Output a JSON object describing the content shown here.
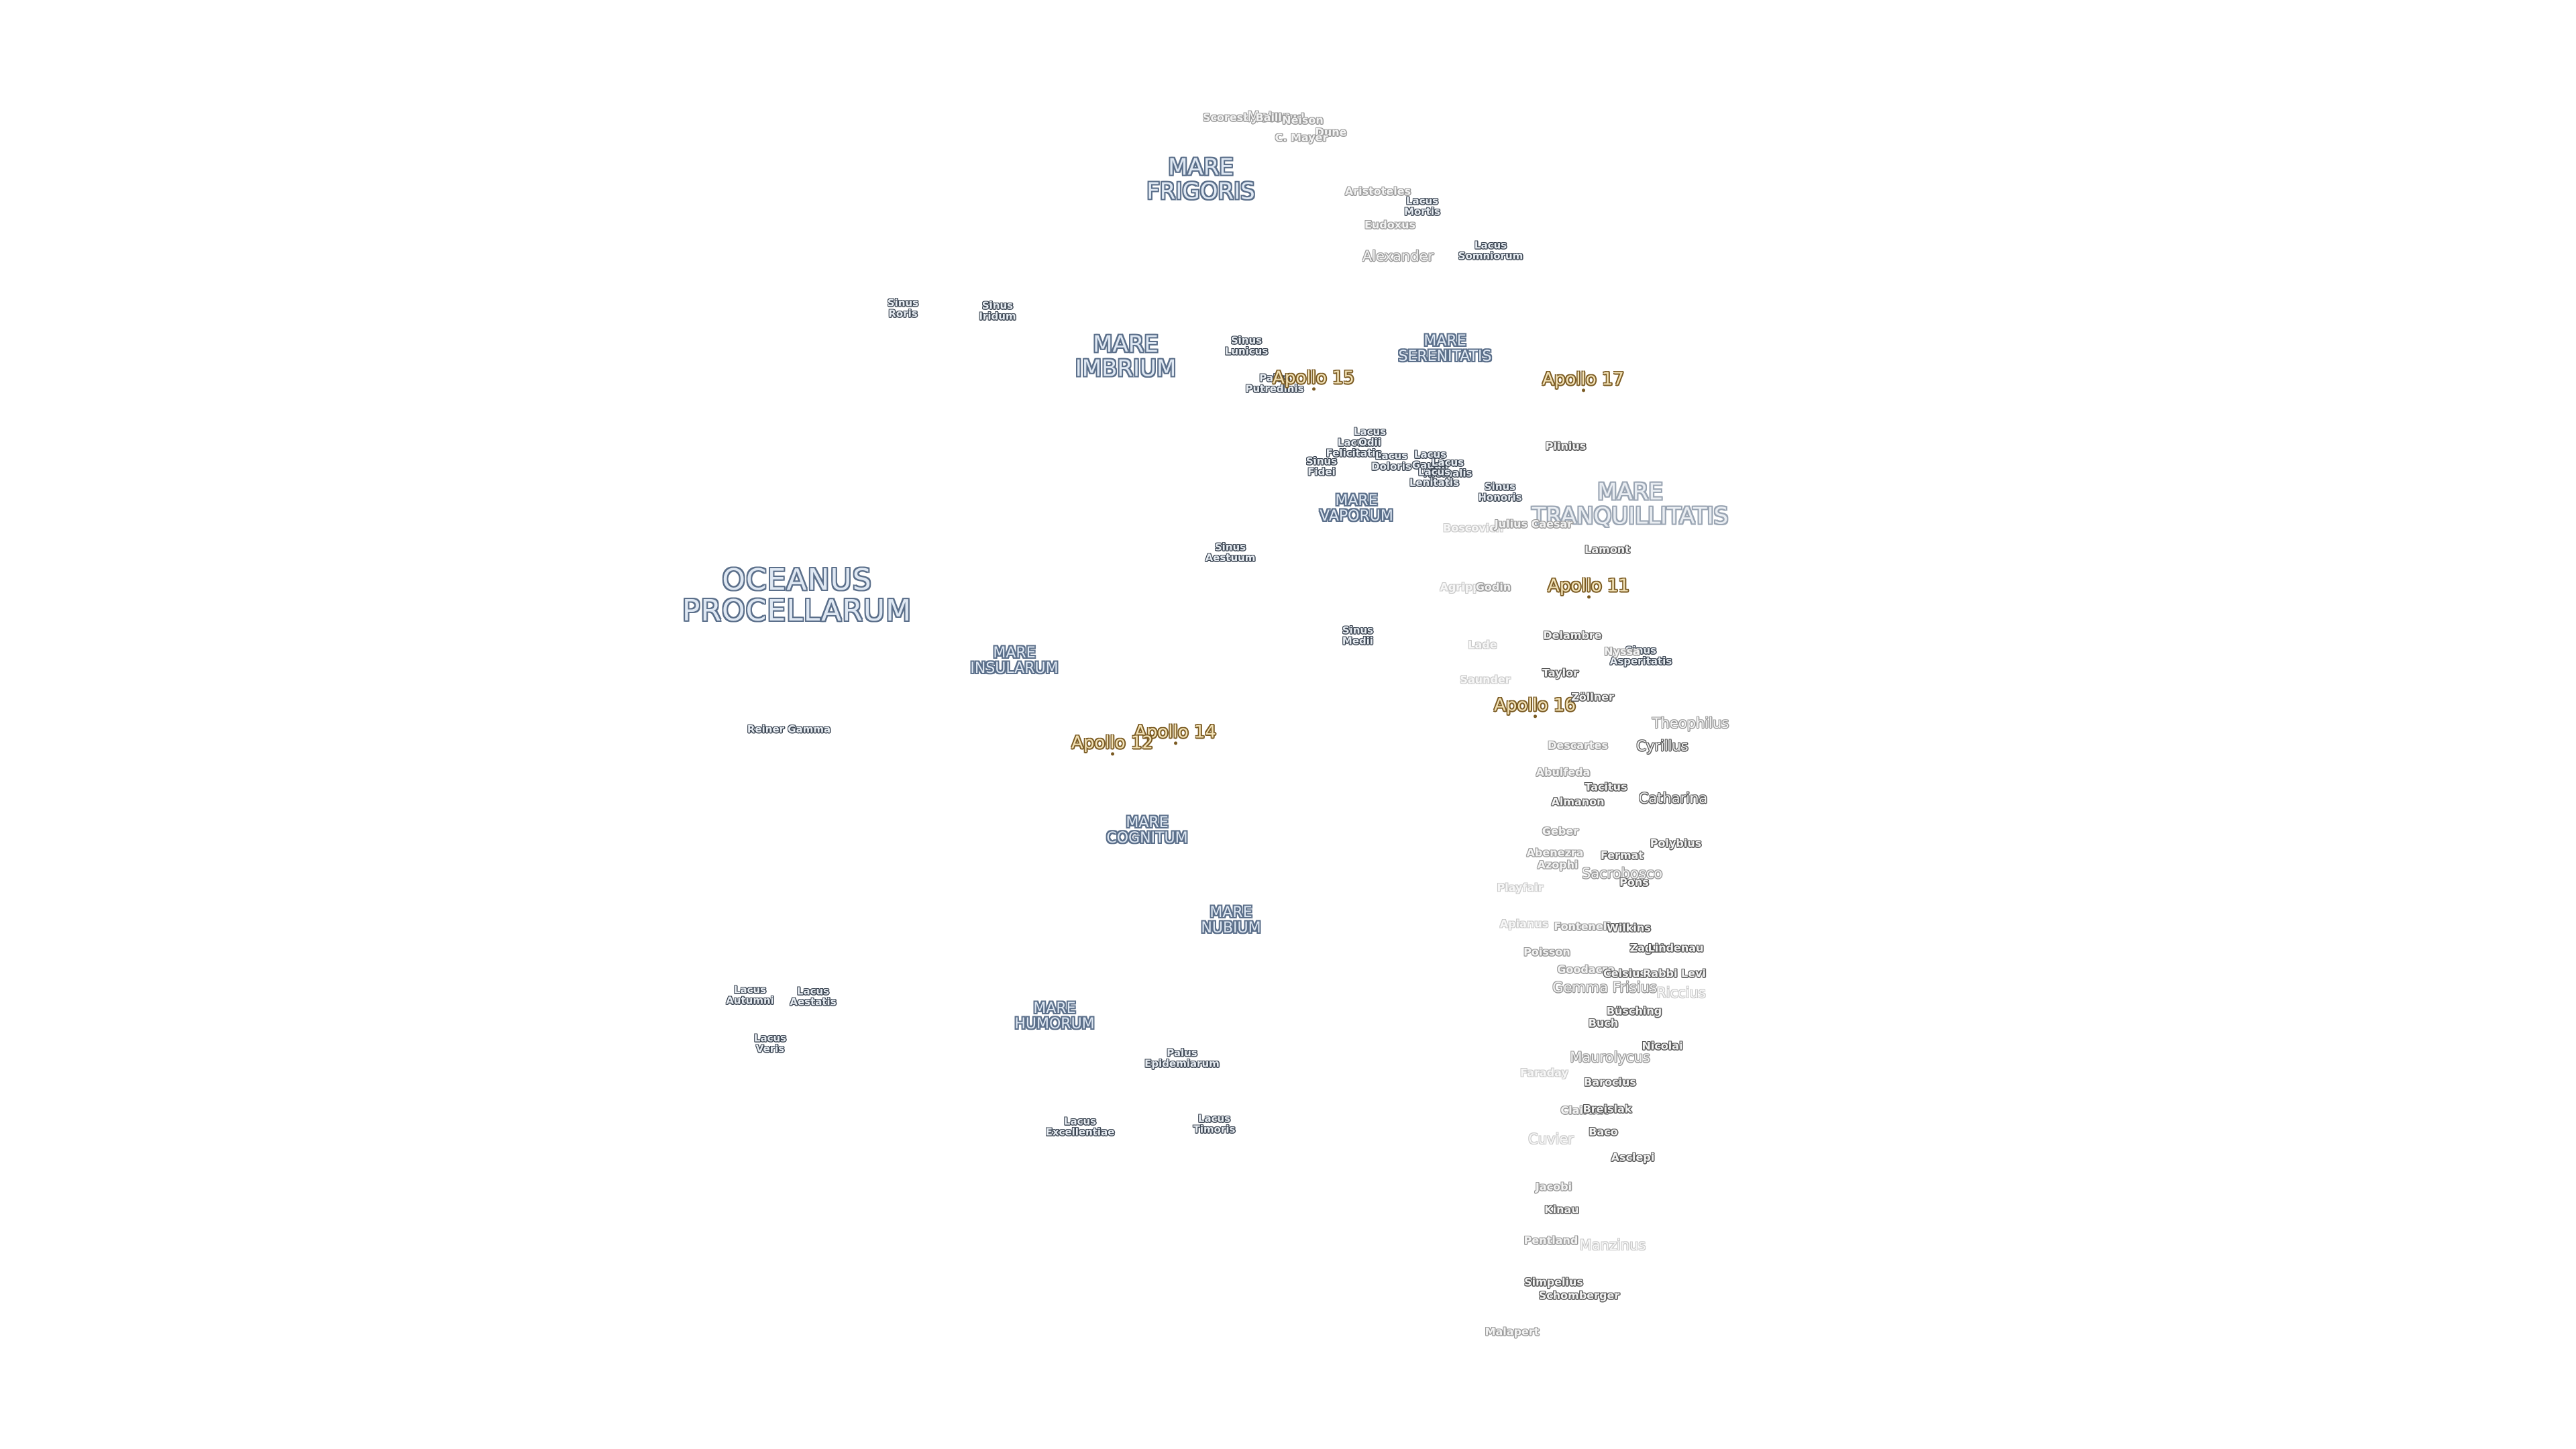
{
  "map": {
    "title": "",
    "label_colors": {
      "maria_fill": "#dfe8f3",
      "maria_outline": "#5b6f8a",
      "feature_outline": "#3b4552",
      "crater_outline": "#555555",
      "apollo_fill": "#f3e3b8",
      "apollo_outline": "#7a5a22",
      "background": "#ffffff"
    }
  },
  "labels": [
    {
      "id": "oceanus-procellarum",
      "kind": "sea",
      "size": "xl",
      "lines": "OCEANUS\nPROCELLARUM"
    },
    {
      "id": "mare-frigoris",
      "kind": "sea",
      "size": "l",
      "lines": "MARE\nFRIGORIS"
    },
    {
      "id": "mare-imbrium",
      "kind": "sea",
      "size": "l",
      "lines": "MARE\nIMBRIUM"
    },
    {
      "id": "mare-serenitatis",
      "kind": "sea",
      "size": "m",
      "lines": "MARE\nSERENITATIS"
    },
    {
      "id": "mare-tranquillitatis",
      "kind": "sea faded",
      "size": "l",
      "lines": "MARE\nTRANQUILLITATIS"
    },
    {
      "id": "mare-vaporum",
      "kind": "sea",
      "size": "m",
      "lines": "MARE\nVAPORUM"
    },
    {
      "id": "mare-insularum",
      "kind": "sea",
      "size": "m",
      "lines": "MARE\nINSULARUM"
    },
    {
      "id": "mare-cognitum",
      "kind": "sea",
      "size": "m",
      "lines": "MARE\nCOGNITUM"
    },
    {
      "id": "mare-nubium",
      "kind": "sea",
      "size": "m",
      "lines": "MARE\nNUBIUM"
    },
    {
      "id": "mare-humorum",
      "kind": "sea",
      "size": "m",
      "lines": "MARE\nHUMORUM"
    },
    {
      "id": "sinus-roris",
      "kind": "feat",
      "lines": "Sinus\nRoris"
    },
    {
      "id": "sinus-iridum",
      "kind": "feat",
      "lines": "Sinus\nIridum"
    },
    {
      "id": "sinus-lunicus",
      "kind": "feat",
      "lines": "Sinus\nLunicus"
    },
    {
      "id": "palus-putredinis",
      "kind": "feat",
      "lines": "Palus\nPutredinis"
    },
    {
      "id": "sinus-aestuum",
      "kind": "feat",
      "lines": "Sinus\nAestuum"
    },
    {
      "id": "sinus-medii",
      "kind": "feat",
      "lines": "Sinus\nMedii"
    },
    {
      "id": "sinus-fidei",
      "kind": "feat",
      "lines": "Sinus\nFidei"
    },
    {
      "id": "lacus-felicitatis",
      "kind": "feat",
      "lines": "Lacus\nFelicitatis"
    },
    {
      "id": "lacus-odii",
      "kind": "feat",
      "lines": "Lacus\nOdii"
    },
    {
      "id": "lacus-doloris",
      "kind": "feat",
      "lines": "Lacus\nDoloris"
    },
    {
      "id": "lacus-gaudii",
      "kind": "feat",
      "lines": "Lacus\nGaudii"
    },
    {
      "id": "lacus-hiemalis",
      "kind": "feat",
      "lines": "Lacus\nHiemalis"
    },
    {
      "id": "lacus-lenitatis",
      "kind": "feat",
      "lines": "Lacus\nLenitatis"
    },
    {
      "id": "sinus-honoris",
      "kind": "feat",
      "lines": "Sinus\nHonoris"
    },
    {
      "id": "sinus-asperitatis",
      "kind": "feat",
      "lines": "Sinus\nAsperitatis"
    },
    {
      "id": "lacus-mortis",
      "kind": "feat",
      "lines": "Lacus\nMortis"
    },
    {
      "id": "lacus-somniorum",
      "kind": "feat faded",
      "lines": "Lacus\nSomniorum"
    },
    {
      "id": "lacus-autumni",
      "kind": "feat",
      "lines": "Lacus\nAutumni"
    },
    {
      "id": "lacus-aestatis",
      "kind": "feat",
      "lines": "Lacus\nAestatis"
    },
    {
      "id": "lacus-veris",
      "kind": "feat",
      "lines": "Lacus\nVeris"
    },
    {
      "id": "palus-epidemiarum",
      "kind": "feat",
      "lines": "Palus\nEpidemiarum"
    },
    {
      "id": "lacus-excellentiae",
      "kind": "feat",
      "lines": "Lacus\nExcellentiae"
    },
    {
      "id": "lacus-timoris",
      "kind": "feat",
      "lines": "Lacus\nTimoris"
    },
    {
      "id": "reiner-gamma",
      "kind": "feat",
      "lines": "Reiner Gamma"
    },
    {
      "id": "apollo-15",
      "kind": "apollo",
      "lines": "Apollo 15"
    },
    {
      "id": "apollo-17",
      "kind": "apollo",
      "lines": "Apollo 17"
    },
    {
      "id": "apollo-11",
      "kind": "apollo",
      "lines": "Apollo 11"
    },
    {
      "id": "apollo-16",
      "kind": "apollo",
      "lines": "Apollo 16"
    },
    {
      "id": "apollo-14",
      "kind": "apollo",
      "lines": "Apollo 14"
    },
    {
      "id": "apollo-12",
      "kind": "apollo",
      "lines": "Apollo 12"
    },
    {
      "id": "scoresby",
      "kind": "crater dim",
      "lines": "Scoresby"
    },
    {
      "id": "meton",
      "kind": "crater dim big",
      "lines": "Meton"
    },
    {
      "id": "baillaud",
      "kind": "crater dim",
      "lines": "Baillaud"
    },
    {
      "id": "neison",
      "kind": "crater dim",
      "lines": "Neison"
    },
    {
      "id": "dunа",
      "kind": "crater dim",
      "lines": "Dune"
    },
    {
      "id": "c-mayer",
      "kind": "crater dim",
      "lines": "C. Mayer"
    },
    {
      "id": "aristoteles",
      "kind": "crater dim",
      "lines": "Aristoteles"
    },
    {
      "id": "eudoxus",
      "kind": "crater dim",
      "lines": "Eudoxus"
    },
    {
      "id": "alexander",
      "kind": "crater dim big",
      "lines": "Alexander"
    },
    {
      "id": "plinius",
      "kind": "crater",
      "lines": "Plinius"
    },
    {
      "id": "boscovich",
      "kind": "crater faint",
      "lines": "Boscovich"
    },
    {
      "id": "julius-caesar",
      "kind": "crater dim",
      "lines": "Julius Caesar"
    },
    {
      "id": "lamont",
      "kind": "crater",
      "lines": "Lamont"
    },
    {
      "id": "agrippa",
      "kind": "crater faint",
      "lines": "Agrippa"
    },
    {
      "id": "godin",
      "kind": "crater dim",
      "lines": "Godin"
    },
    {
      "id": "delambre",
      "kind": "crater",
      "lines": "Delambre"
    },
    {
      "id": "lade",
      "kind": "crater faint",
      "lines": "Lade"
    },
    {
      "id": "nyssa",
      "kind": "crater dim",
      "lines": "Nyssa"
    },
    {
      "id": "saunder",
      "kind": "crater faint",
      "lines": "Saunder"
    },
    {
      "id": "taylor",
      "kind": "crater",
      "lines": "Taylor"
    },
    {
      "id": "zollner",
      "kind": "crater",
      "lines": "Zöllner"
    },
    {
      "id": "theophilus",
      "kind": "crater dim big",
      "lines": "Theophilus"
    },
    {
      "id": "descartes",
      "kind": "crater dim",
      "lines": "Descartes"
    },
    {
      "id": "cyrillus",
      "kind": "crater big",
      "lines": "Cyrillus"
    },
    {
      "id": "abulfeda",
      "kind": "crater dim",
      "lines": "Abulfeda"
    },
    {
      "id": "tacitus",
      "kind": "crater",
      "lines": "Tacitus"
    },
    {
      "id": "almanon",
      "kind": "crater",
      "lines": "Almanon"
    },
    {
      "id": "catharina",
      "kind": "crater big",
      "lines": "Catharina"
    },
    {
      "id": "geber",
      "kind": "crater dim",
      "lines": "Geber"
    },
    {
      "id": "polybius",
      "kind": "crater",
      "lines": "Polybius"
    },
    {
      "id": "abenezra",
      "kind": "crater dim",
      "lines": "Abenezra"
    },
    {
      "id": "azophi",
      "kind": "crater dim",
      "lines": "Azophi"
    },
    {
      "id": "fermat",
      "kind": "crater",
      "lines": "Fermat"
    },
    {
      "id": "sacrobosco",
      "kind": "crater dim big",
      "lines": "Sacrobosco"
    },
    {
      "id": "pons",
      "kind": "crater",
      "lines": "Pons"
    },
    {
      "id": "playfair",
      "kind": "crater faint",
      "lines": "Playfair"
    },
    {
      "id": "apianus",
      "kind": "crater faint",
      "lines": "Apianus"
    },
    {
      "id": "fontenelle",
      "kind": "crater dim",
      "lines": "Fontenelle"
    },
    {
      "id": "wilkins",
      "kind": "crater",
      "lines": "Wilkins"
    },
    {
      "id": "zagut",
      "kind": "crater",
      "lines": "Zagut"
    },
    {
      "id": "lindenau",
      "kind": "crater",
      "lines": "Lindenau"
    },
    {
      "id": "poisson",
      "kind": "crater dim",
      "lines": "Poisson"
    },
    {
      "id": "goodacre",
      "kind": "crater dim",
      "lines": "Goodacre"
    },
    {
      "id": "celsius",
      "kind": "crater",
      "lines": "Celsius"
    },
    {
      "id": "rabbi-levi",
      "kind": "crater",
      "lines": "Rabbi Levi"
    },
    {
      "id": "gemma-frisius",
      "kind": "crater dim big",
      "lines": "Gemma Frisius"
    },
    {
      "id": "riccius",
      "kind": "crater faint big",
      "lines": "Riccius"
    },
    {
      "id": "busching",
      "kind": "crater",
      "lines": "Büsching"
    },
    {
      "id": "buch",
      "kind": "crater",
      "lines": "Buch"
    },
    {
      "id": "nicolai",
      "kind": "crater",
      "lines": "Nicolai"
    },
    {
      "id": "maurolycus",
      "kind": "crater dim big",
      "lines": "Maurolycus"
    },
    {
      "id": "faraday",
      "kind": "crater faint",
      "lines": "Faraday"
    },
    {
      "id": "barocius",
      "kind": "crater",
      "lines": "Barocius"
    },
    {
      "id": "clairaut",
      "kind": "crater dim",
      "lines": "Clairaut"
    },
    {
      "id": "breislak",
      "kind": "crater",
      "lines": "Breislak"
    },
    {
      "id": "baco",
      "kind": "crater",
      "lines": "Baco"
    },
    {
      "id": "cuvier",
      "kind": "crater faint big",
      "lines": "Cuvier"
    },
    {
      "id": "asclepi",
      "kind": "crater",
      "lines": "Asclepi"
    },
    {
      "id": "jacobi",
      "kind": "crater dim",
      "lines": "Jacobi"
    },
    {
      "id": "kinau",
      "kind": "crater",
      "lines": "Kinau"
    },
    {
      "id": "pentland",
      "kind": "crater dim",
      "lines": "Pentland"
    },
    {
      "id": "manzinus",
      "kind": "crater faint big",
      "lines": "Manzinus"
    },
    {
      "id": "simpelius",
      "kind": "crater",
      "lines": "Simpelius"
    },
    {
      "id": "schomberger",
      "kind": "crater",
      "lines": "Schomberger"
    },
    {
      "id": "malapert",
      "kind": "crater dim",
      "lines": "Malapert"
    }
  ]
}
